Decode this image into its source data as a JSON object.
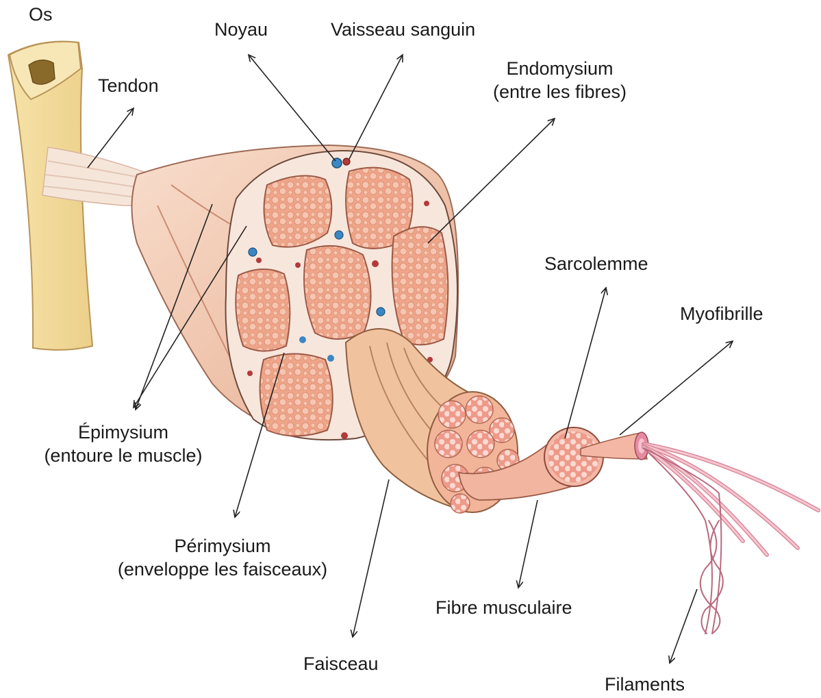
{
  "labels": {
    "os": "Os",
    "noyau": "Noyau",
    "vaisseau": "Vaisseau sanguin",
    "tendon": "Tendon",
    "endomysium_1": "Endomysium",
    "endomysium_2": "(entre les fibres)",
    "sarcolemme": "Sarcolemme",
    "myofibrille": "Myofibrille",
    "epimysium_1": "Épimysium",
    "epimysium_2": "(entoure le muscle)",
    "perimysium_1": "Périmysium",
    "perimysium_2": "(enveloppe les faisceaux)",
    "faisceau": "Faisceau",
    "fibre": "Fibre musculaire",
    "filaments": "Filaments"
  },
  "colors": {
    "bone": "#f3dca0",
    "bone_outline": "#c9a868",
    "tendon": "#f6e6da",
    "muscle_sheath": "#f3c8ad",
    "muscle_dark": "#dfa383",
    "fascicle": "#e79a7c",
    "fascicle_fill": "#f1b39a",
    "fibril": "#f8cdbb",
    "perimysium": "#f7e6dc",
    "vessel_red": "#b33a3a",
    "vessel_blue": "#3b87c4",
    "arrow": "#222222"
  }
}
